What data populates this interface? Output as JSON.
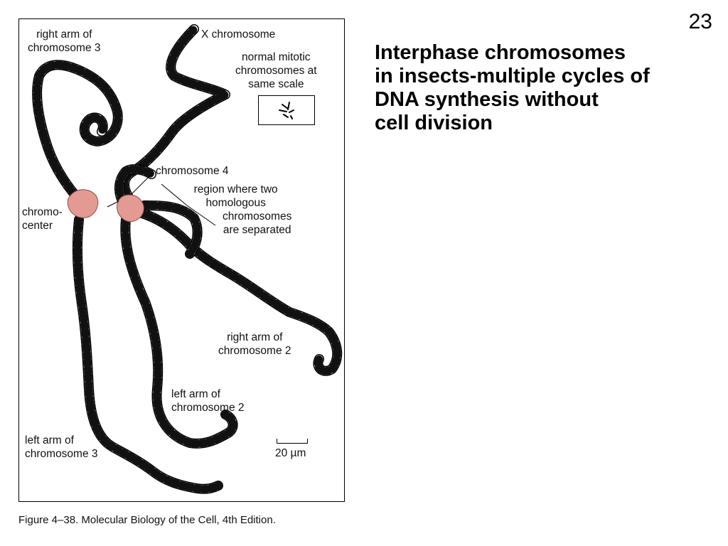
{
  "slide": {
    "number": "23",
    "title_lines": [
      "Interphase chromosomes",
      "in insects-multiple cycles of",
      "DNA synthesis without",
      "cell division"
    ],
    "caption": "Figure 4–38. Molecular Biology of the Cell, 4th Edition."
  },
  "figure": {
    "labels": {
      "right_arm_chr3": [
        "right arm of",
        "chromosome 3"
      ],
      "x_chromosome": "X chromosome",
      "normal_mitotic": [
        "normal mitotic",
        "chromosomes at",
        "same scale"
      ],
      "chromosome4": "chromosome 4",
      "region": [
        "region where two",
        "homologous",
        "chromosomes",
        "are separated"
      ],
      "chromocenter": [
        "chromo-",
        "center"
      ],
      "right_arm_chr2": [
        "right arm of",
        "chromosome 2"
      ],
      "left_arm_chr2": [
        "left arm of",
        "chromosome 2"
      ],
      "left_arm_chr3": [
        "left arm of",
        "chromosome 3"
      ],
      "scale_bar": "20 µm"
    },
    "colors": {
      "chromocenter": "#e29a92",
      "band_dark": "#111111",
      "band_light": "#ffffff"
    }
  }
}
